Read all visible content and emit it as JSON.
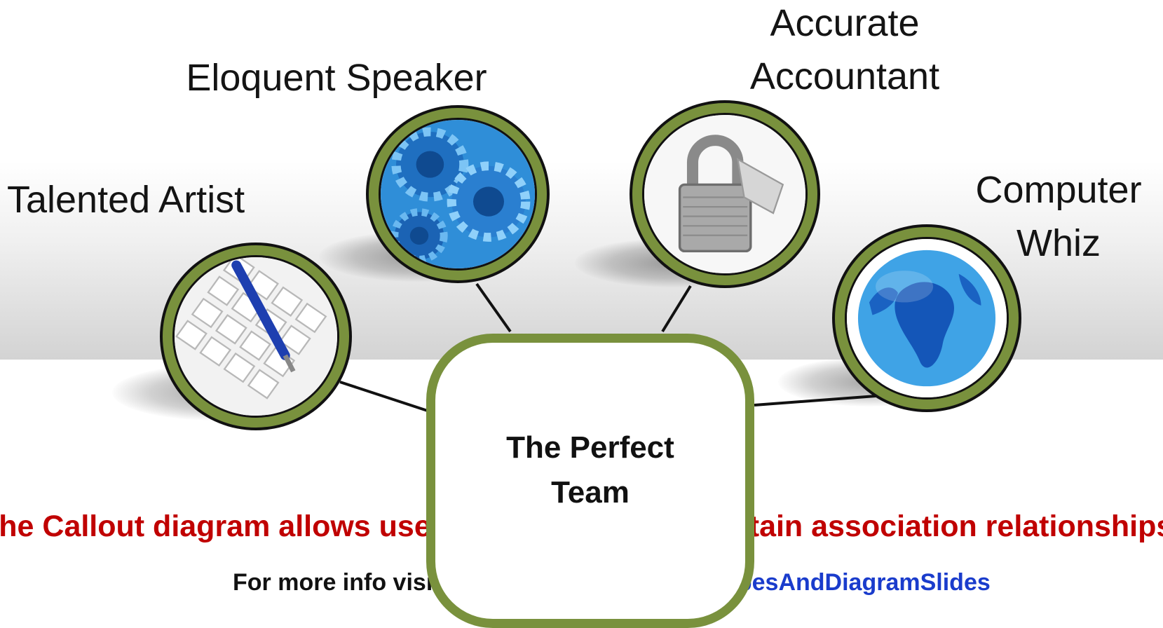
{
  "diagram": {
    "center_label": "The Perfect\nTeam",
    "nodes": [
      {
        "label": "Talented Artist",
        "image": "calendar-pen-photo"
      },
      {
        "label": "Eloquent Speaker",
        "image": "gears-photo"
      },
      {
        "label": "Accurate\nAccountant",
        "image": "padlock-photo"
      },
      {
        "label": "Computer\nWhiz",
        "image": "globe-photo"
      }
    ]
  },
  "caption": "The Callout diagram allows users to explain and maintain association relationships",
  "more_info": {
    "prefix": "For more info visit ",
    "link": "CrystalGraphics.com/ShapesAndDiagramSlides"
  },
  "colors": {
    "ring_green": "#79913d",
    "caption_red": "#c00000",
    "link_blue": "#1a3ccc"
  }
}
